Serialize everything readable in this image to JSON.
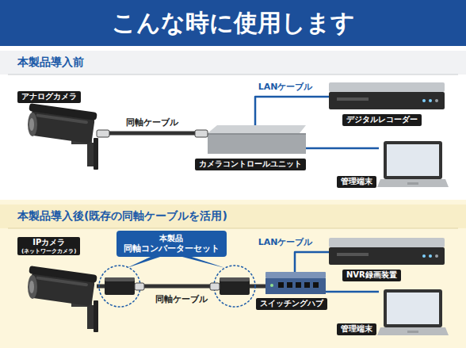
{
  "diagram": {
    "title": "こんな時に使用します",
    "nodes": [
      {
        "text": [
          "アナログカメラ"
        ]
      },
      {
        "text": [
          "カメラコントロールユニット"
        ]
      },
      {
        "text": [
          "デジタルレコーダー"
        ]
      },
      {
        "text": [
          "管理端末"
        ]
      },
      {
        "text": [
          "IPカメラ",
          "(ネットワークカメラ)"
        ]
      },
      {
        "text": [
          "本製品",
          "同軸コンバーターセット"
        ]
      },
      {
        "text": [
          "スイッチングハブ"
        ]
      },
      {
        "text": [
          "NVR録画装置"
        ]
      },
      {
        "text": [
          "管理端末"
        ]
      }
    ],
    "edges": [
      {
        "from": 0,
        "to": 1,
        "label": "同軸ケーブル",
        "arrow": "none"
      },
      {
        "from": 1,
        "to": 2,
        "label": "LANケーブル",
        "arrow": "none"
      },
      {
        "from": 1,
        "to": 3,
        "arrow": "none"
      },
      {
        "from": 4,
        "to": 6,
        "label": "同軸ケーブル",
        "arrow": "none"
      },
      {
        "from": 6,
        "to": 7,
        "label": "LANケーブル",
        "arrow": "none"
      },
      {
        "from": 6,
        "to": 8,
        "arrow": "none"
      }
    ],
    "labels": [
      "本製品導入前",
      "本製品導入後(既存の同軸ケーブルを活用)"
    ]
  }
}
